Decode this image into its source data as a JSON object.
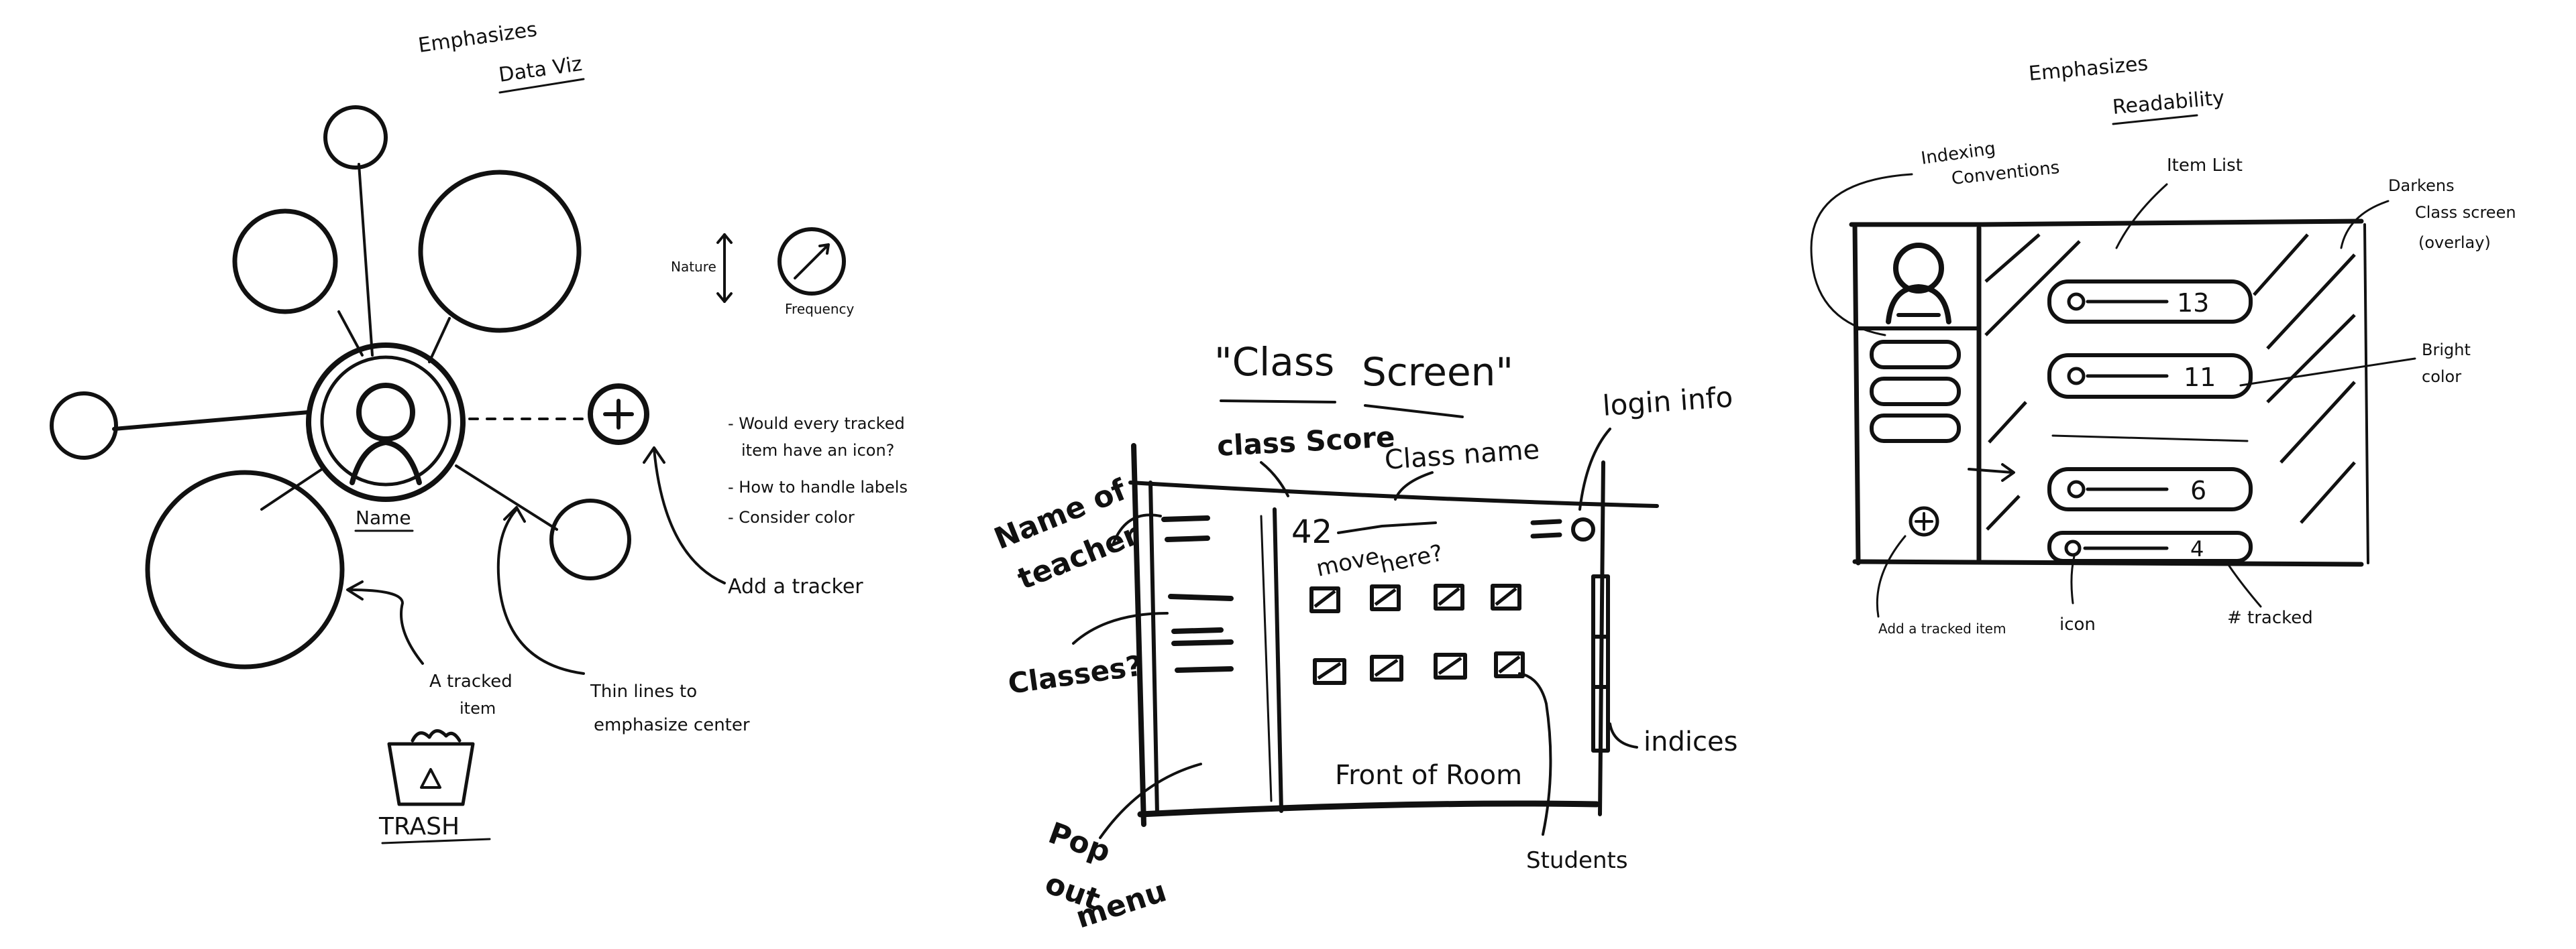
{
  "left_panel": {
    "heading": "Emphasizes",
    "heading_sub": "Data Viz",
    "legend_size_label": "Nature",
    "legend_freq_label": "Frequency",
    "center_label": "Name",
    "add_icon": "plus-icon",
    "notes": [
      "- Would every tracked",
      "item have an icon?",
      "- How to handle labels",
      "- Consider color"
    ],
    "add_tracker_label": "Add a tracker",
    "tracked_item_label_1": "A tracked",
    "tracked_item_label_2": "item",
    "thin_lines_label_1": "Thin lines to",
    "thin_lines_label_2": "emphasize center",
    "trash_label": "TRASH",
    "trash_icon": "trash-icon"
  },
  "middle_panel": {
    "title_part1": "\"Class",
    "title_part2": "Screen\"",
    "class_score_label": "class Score",
    "class_name_label": "Class name",
    "login_info_label": "login info",
    "score_value": "42",
    "move_here_1": "move",
    "move_here_2": "here?",
    "teacher_label_1": "Name of",
    "teacher_label_2": "teacher",
    "classes_label": "Classes?",
    "popout_1": "Pop",
    "popout_2": "out",
    "popout_3": "menu",
    "front_of_room": "Front of Room",
    "indices_label": "indices",
    "students_label": "Students"
  },
  "right_panel": {
    "heading": "Emphasizes",
    "heading_sub": "Readability",
    "indexing_1": "Indexing",
    "indexing_2": "Conventions",
    "item_list_label": "Item List",
    "darkens_1": "Darkens",
    "darkens_2": "Class screen",
    "darkens_3": "(overlay)",
    "bright_1": "Bright",
    "bright_2": "color",
    "add_item_label": "Add a tracked item",
    "icon_label": "icon",
    "tracked_label": "# tracked",
    "item_counts": [
      "13",
      "11",
      "6",
      "4"
    ]
  }
}
